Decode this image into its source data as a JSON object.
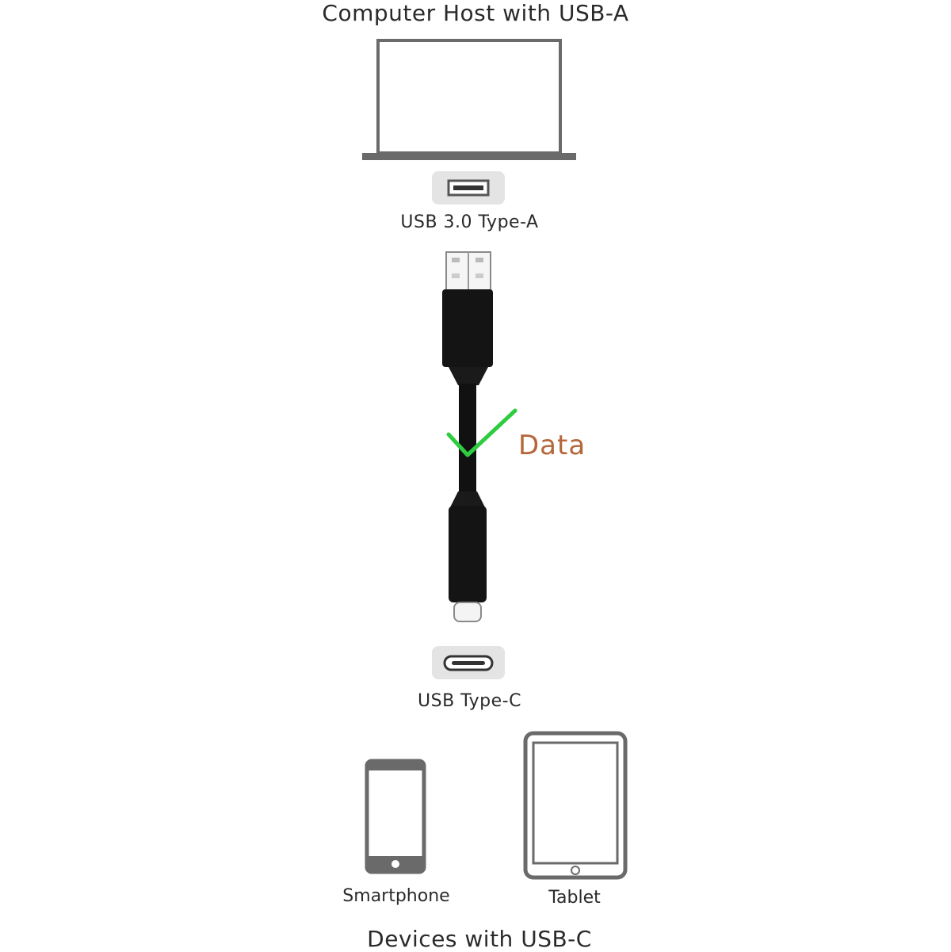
{
  "diagram": {
    "host": {
      "title": "Computer Host with USB-A",
      "icon": "laptop-icon"
    },
    "host_port": {
      "label": "USB 3.0 Type-A",
      "icon": "usb-a-port-icon"
    },
    "cable": {
      "top_connector": "usb-a-plug-icon",
      "bottom_connector": "usb-c-plug-icon",
      "status_icon": "checkmark-icon",
      "status_label": "Data",
      "colors": {
        "check": "#2ecc40",
        "data_label": "#b5663a",
        "cable": "#111111"
      }
    },
    "device_port": {
      "label": "USB Type-C",
      "icon": "usb-c-port-icon"
    },
    "devices": {
      "title": "Devices with USB-C",
      "items": [
        {
          "label": "Smartphone",
          "icon": "smartphone-icon"
        },
        {
          "label": "Tablet",
          "icon": "tablet-icon"
        }
      ]
    }
  }
}
